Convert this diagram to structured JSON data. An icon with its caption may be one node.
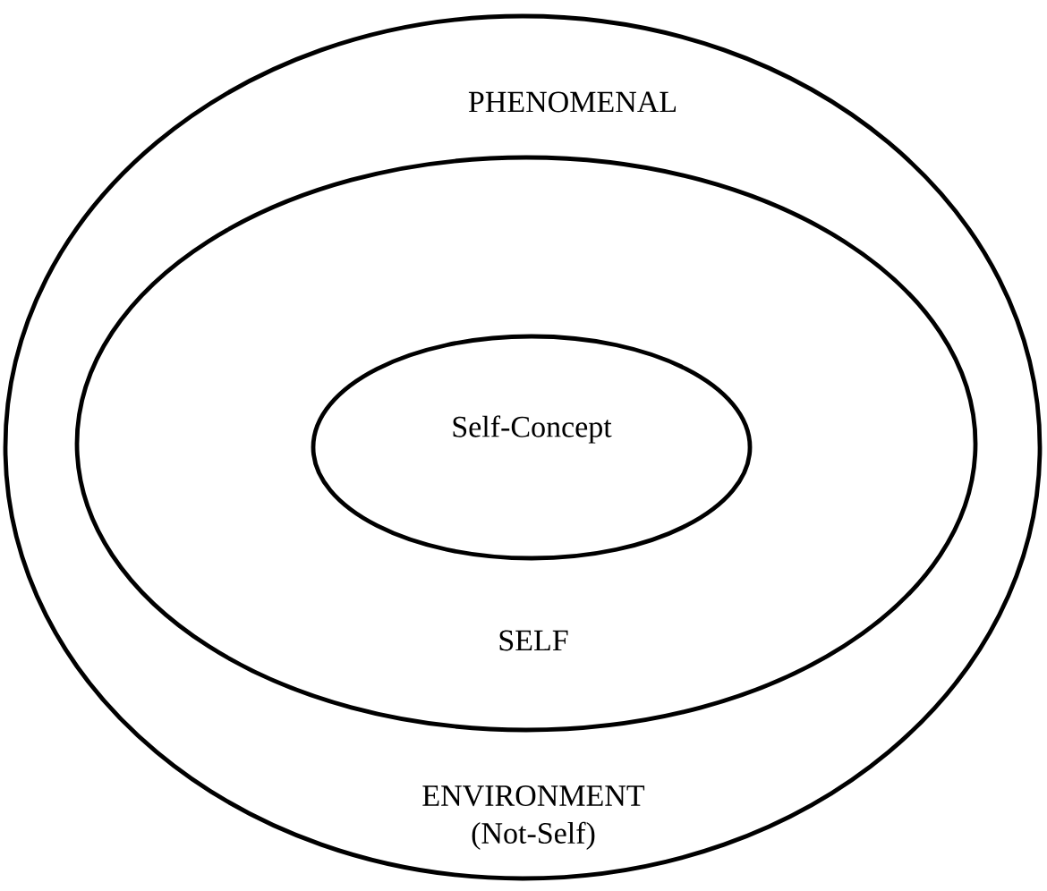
{
  "diagram": {
    "nodes": [
      {
        "text": [
          "PHENOMENAL",
          "ENVIRONMENT (Not-Self)"
        ]
      },
      {
        "text": [
          "SELF"
        ],
        "in": 0
      },
      {
        "text": [
          "Self-Concept"
        ],
        "in": 1
      }
    ]
  }
}
